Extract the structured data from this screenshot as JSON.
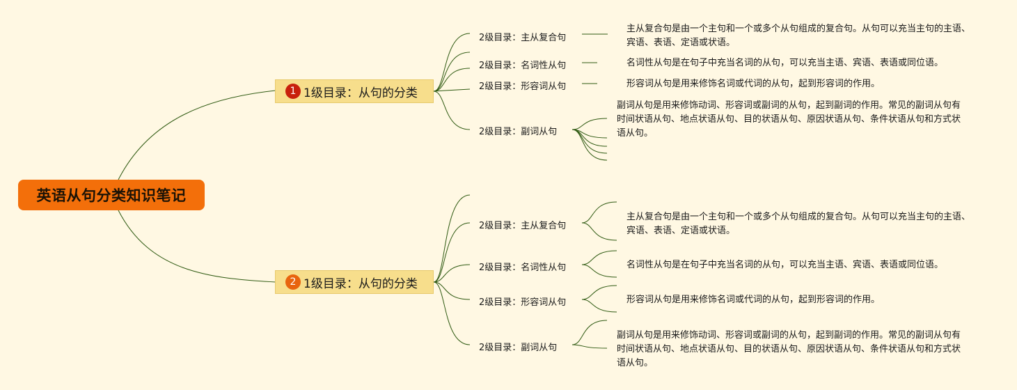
{
  "root": {
    "title": "英语从句分类知识笔记"
  },
  "branches": [
    {
      "badge": "1",
      "badge_color": "#c8200c",
      "title": "1级目录：从句的分类",
      "children": [
        {
          "label": "2级目录：主从复合句",
          "note": "主从复合句是由一个主句和一个或多个从句组成的复合句。从句可以充当主句的主语、宾语、表语、定语或状语。"
        },
        {
          "label": "2级目录：名词性从句",
          "note": "名词性从句是在句子中充当名词的从句，可以充当主语、宾语、表语或同位语。"
        },
        {
          "label": "2级目录：形容词从句",
          "note": "形容词从句是用来修饰名词或代词的从句，起到形容词的作用。"
        },
        {
          "label": "2级目录：副词从句",
          "note": "副词从句是用来修饰动词、形容词或副词的从句，起到副词的作用。常见的副词从句有时间状语从句、地点状语从句、目的状语从句、原因状语从句、条件状语从句和方式状语从句。"
        }
      ]
    },
    {
      "badge": "2",
      "badge_color": "#e8640e",
      "title": "1级目录：从句的分类",
      "children": [
        {
          "label": "2级目录：主从复合句",
          "note": "主从复合句是由一个主句和一个或多个从句组成的复合句。从句可以充当主句的主语、宾语、表语、定语或状语。"
        },
        {
          "label": "2级目录：名词性从句",
          "note": "名词性从句是在句子中充当名词的从句，可以充当主语、宾语、表语或同位语。"
        },
        {
          "label": "2级目录：形容词从句",
          "note": "形容词从句是用来修饰名词或代词的从句，起到形容词的作用。"
        },
        {
          "label": "2级目录：副词从句",
          "note": "副词从句是用来修饰动词、形容词或副词的从句，起到副词的作用。常见的副词从句有时间状语从句、地点状语从句、目的状语从句、原因状语从句、条件状语从句和方式状语从句。"
        }
      ]
    }
  ],
  "colors": {
    "background": "#fff8e3",
    "root": "#f36f0a",
    "topic": "#f7de8c",
    "line": "#2f5a12"
  }
}
